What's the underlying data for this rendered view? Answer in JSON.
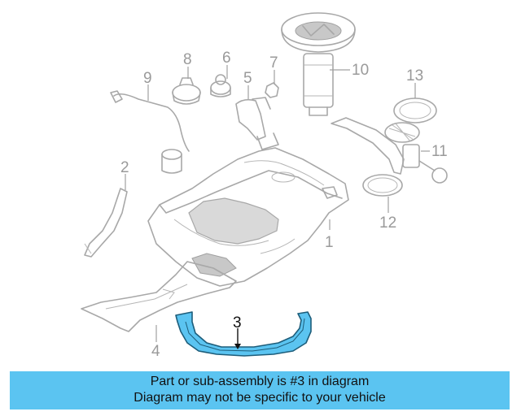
{
  "diagram": {
    "callouts": [
      "1",
      "2",
      "3",
      "4",
      "5",
      "6",
      "7",
      "8",
      "9",
      "10",
      "11",
      "12",
      "13"
    ],
    "highlighted_part": "3",
    "highlight_color": "#5bc4f1",
    "line_color": "#a8a8a8"
  },
  "caption": {
    "line1": "Part or sub-assembly is #3 in diagram",
    "line2": "Diagram may not be specific to your vehicle",
    "background": "#5bc4f1"
  }
}
